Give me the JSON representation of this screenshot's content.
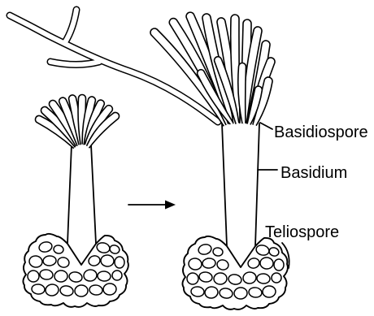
{
  "labels": {
    "basidiospore": "Basidiospore",
    "basidium": "Basidium",
    "teliospore": "Teliospore"
  },
  "colors": {
    "line": "#000000",
    "background": "#ffffff"
  }
}
